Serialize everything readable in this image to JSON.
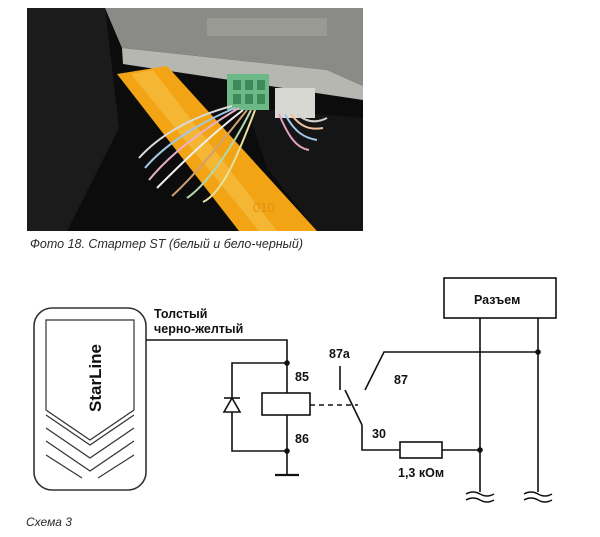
{
  "photo": {
    "caption": "Фото 18. Стартер ST (белый и бело-черный)",
    "colors": {
      "background": "#0c0c0c",
      "yellow_rod": "#f2a414",
      "connector": "#6cb886",
      "panel": "#8a8a86"
    }
  },
  "scheme": {
    "caption": "Схема 3",
    "device_brand": "StarLine",
    "wire_label_line1": "Толстый",
    "wire_label_line2": "черно-желтый",
    "connector_label": "Разъем",
    "relay_pins": {
      "p85": "85",
      "p86": "86",
      "p87a": "87a",
      "p87": "87",
      "p30": "30"
    },
    "resistor_label": "1,3 кОм",
    "colors": {
      "line": "#111111",
      "device_outline": "#333333"
    }
  }
}
